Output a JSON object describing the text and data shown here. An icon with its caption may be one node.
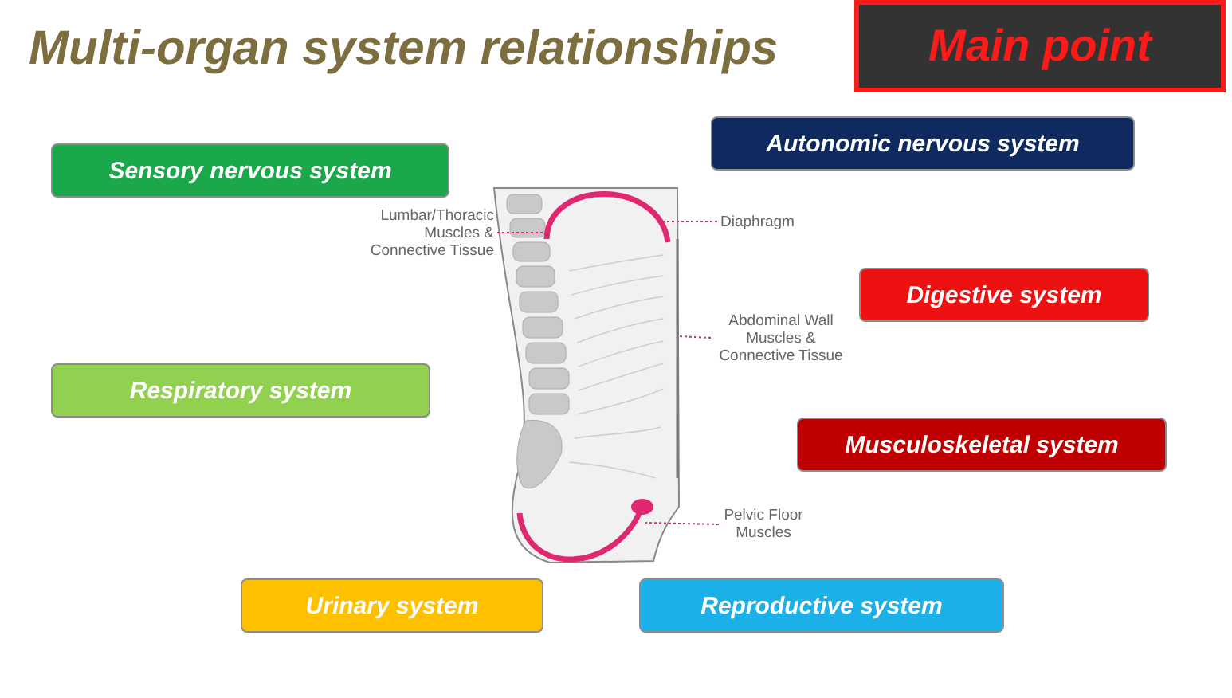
{
  "diagram": {
    "title": "Multi-organ system relationships",
    "nodes": [
      {
        "text": [
          "Main point"
        ]
      },
      {
        "text": [
          "Autonomic nervous system"
        ]
      },
      {
        "text": [
          "Sensory nervous system"
        ]
      },
      {
        "text": [
          "Lumbar/Thoracic Muscles & Connective Tissue"
        ]
      },
      {
        "text": [
          "Diaphragm"
        ]
      },
      {
        "text": [
          "Digestive system"
        ]
      },
      {
        "text": [
          "Abdominal Wall Muscles & Connective Tissue"
        ]
      },
      {
        "text": [
          "Respiratory system"
        ]
      },
      {
        "text": [
          "Musculoskeletal system"
        ]
      },
      {
        "text": [
          "Pelvic Floor Muscles"
        ]
      },
      {
        "text": [
          "Urinary system"
        ]
      },
      {
        "text": [
          "Reproductive system"
        ]
      },
      {
        "text": [],
        "shape": "picture"
      },
      {
        "text": [],
        "shape": "picture"
      },
      {
        "text": [],
        "shape": "picture"
      },
      {
        "text": [],
        "shape": "picture"
      }
    ],
    "edges": [
      {
        "from": 3,
        "to": 12,
        "arrow": "none",
        "style": "dashed"
      },
      {
        "from": 4,
        "to": 13,
        "arrow": "none",
        "style": "dashed"
      },
      {
        "from": 6,
        "to": 14,
        "arrow": "none",
        "style": "dashed"
      },
      {
        "from": 9,
        "to": 15,
        "arrow": "none",
        "style": "dashed"
      }
    ]
  }
}
